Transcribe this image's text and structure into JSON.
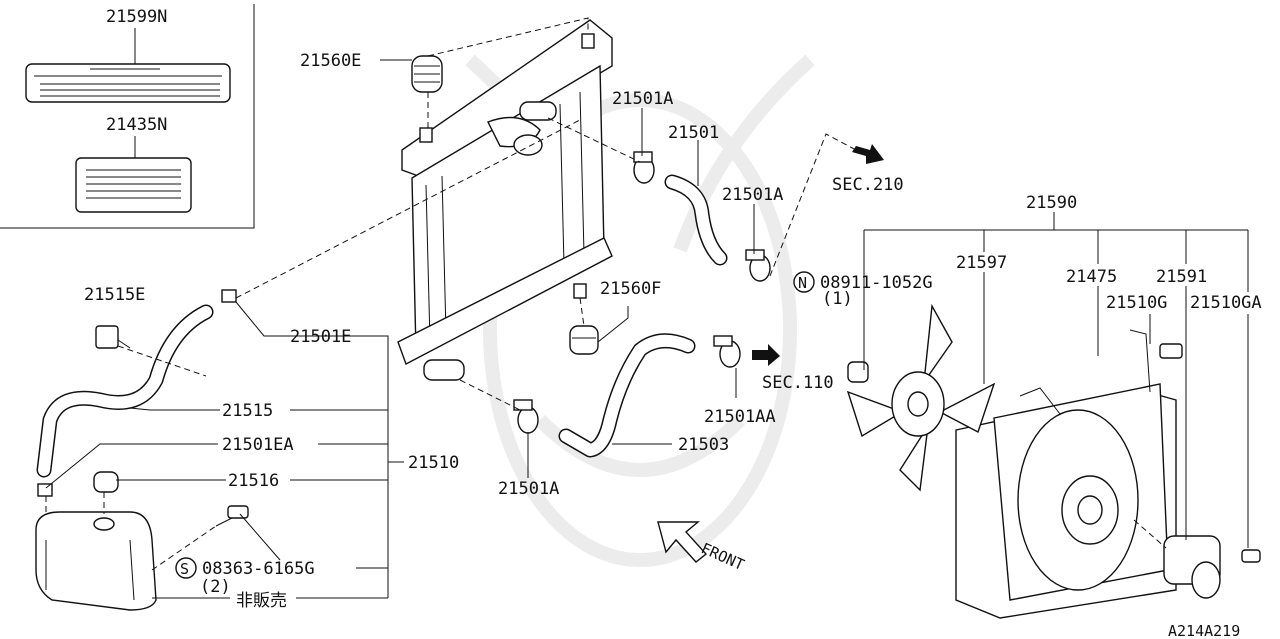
{
  "diagram_code": "A214A219",
  "parts": {
    "p21599N": "21599N",
    "p21435N": "21435N",
    "p21560E": "21560E",
    "p21501A_top": "21501A",
    "p21501": "21501",
    "p21501A_mid": "21501A",
    "sec210": "SEC.210",
    "p21590": "21590",
    "p21597": "21597",
    "p21475": "21475",
    "p21591": "21591",
    "p21510G": "21510G",
    "p21510GA": "21510GA",
    "p21515E": "21515E",
    "p21560F": "21560F",
    "nut_part": "08911-1052G",
    "nut_qty": "(1)",
    "nut_symbol": "N",
    "p21501E": "21501E",
    "sec110": "SEC.110",
    "p21501AA": "21501AA",
    "p21515": "21515",
    "p21501EA": "21501EA",
    "p21503": "21503",
    "p21510": "21510",
    "p21516": "21516",
    "p21501A_bot": "21501A",
    "screw_part": "08363-6165G",
    "screw_qty": "(2)",
    "screw_symbol": "S",
    "not_sold": "非販売",
    "front": "FRONT"
  }
}
